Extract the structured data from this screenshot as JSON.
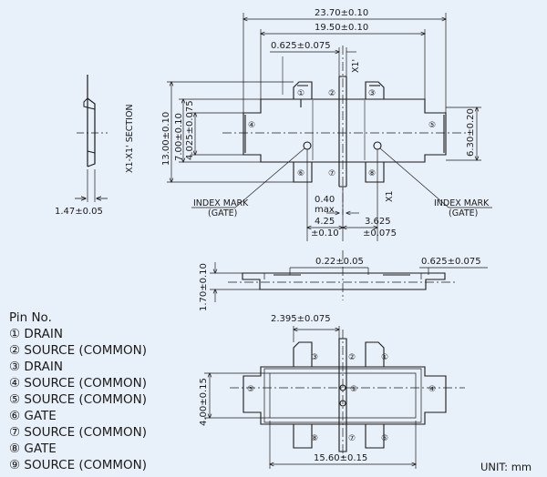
{
  "dimensions": {
    "top_width_outer": "23.70±0.10",
    "top_width_inner": "19.50±0.10",
    "lead_width_top": "0.625±0.075",
    "section_marker_top": "X1'",
    "body_height": "13.00±0.10",
    "body_height_inner": "7.00±0.10",
    "tab_height": "4.025±0.075",
    "right_tab_height": "6.30±0.20",
    "section_label": "X1-X1' SECTION",
    "section_thickness": "1.47±0.05",
    "index_mark_left": [
      "INDEX MARK",
      "(GATE)"
    ],
    "index_mark_right": [
      "INDEX MARK",
      "(GATE)"
    ],
    "gap_max": [
      "0.40",
      "max"
    ],
    "pitch_left": [
      "4.25",
      "±0.10"
    ],
    "pitch_right": [
      "3.625",
      "±0.075"
    ],
    "section_marker_bottom": "X1",
    "side_thickness": "0.22±0.05",
    "side_lead_width": "0.625±0.075",
    "side_height": "1.70±0.10",
    "bottom_lead_offset": "2.395±0.075",
    "bottom_body_height": "4.00±0.15",
    "bottom_width": "15.60±0.15"
  },
  "top_view_pins": [
    "①",
    "②",
    "③",
    "④",
    "⑤",
    "⑥",
    "⑦",
    "⑧"
  ],
  "bottom_view_pins": [
    "③",
    "②",
    "①",
    "⑤",
    "⑨",
    "④",
    "⑧",
    "⑦",
    "⑥"
  ],
  "pin_list": {
    "title": "Pin No.",
    "items": [
      "① DRAIN",
      "② SOURCE (COMMON)",
      "③ DRAIN",
      "④ SOURCE (COMMON)",
      "⑤ SOURCE (COMMON)",
      "⑥ GATE",
      "⑦ SOURCE (COMMON)",
      "⑧ GATE",
      "⑨ SOURCE (COMMON)"
    ]
  },
  "unit": "UNIT: mm"
}
